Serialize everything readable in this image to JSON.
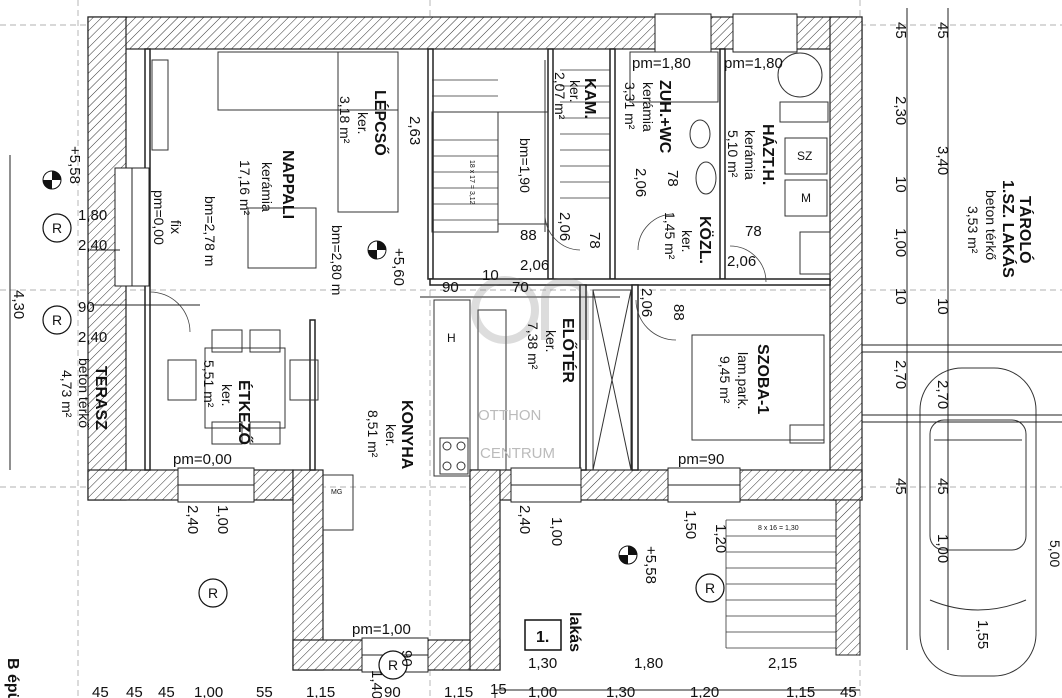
{
  "rooms": {
    "nappali": {
      "name": "NAPPALI",
      "floor": "kerámia",
      "area": "17,16 m²",
      "height": "bm=2,78 m"
    },
    "lepcso": {
      "name": "LÉPCSŐ",
      "floor": "ker.",
      "area": "3,18 m²",
      "height": "bm=2,80 m"
    },
    "kam": {
      "name": "KAM.",
      "floor": "ker.",
      "area": "2,07 m²"
    },
    "zuh": {
      "name": "ZUH.+WC",
      "floor": "kerámia",
      "area": "3,31 m²"
    },
    "hazt": {
      "name": "HÁZT.H.",
      "floor": "kerámia",
      "area": "5,10 m²"
    },
    "kozl": {
      "name": "KÖZL.",
      "floor": "ker.",
      "area": "1,45 m²"
    },
    "tarolo": {
      "name": "TÁROLÓ",
      "sub": "1.SZ. LAKÁS",
      "floor": "beton térkő",
      "area": "3,53 m²"
    },
    "etkezo": {
      "name": "ÉTKEZŐ",
      "floor": "ker.",
      "area": "5,51 m²"
    },
    "konyha": {
      "name": "KONYHA",
      "floor": "ker.",
      "area": "8,51 m²"
    },
    "eloter": {
      "name": "ELŐTÉR",
      "floor": "ker.",
      "area": "7,38 m²"
    },
    "szoba": {
      "name": "SZOBA-1",
      "floor": "lam.park.",
      "area": "9,45 m²"
    },
    "terasz": {
      "name": "TERASZ",
      "floor": "beton térkő",
      "area": "4,73 m²"
    }
  },
  "labels": {
    "pm_180a": "pm=1,80",
    "pm_180b": "pm=1,80",
    "pm_000_fix": "pm=0,00",
    "fix": "fix",
    "pm_000": "pm=0,00",
    "pm_100": "pm=1,00",
    "pm_90": "pm=90",
    "bm_190": "bm=1,90",
    "lvl_558a": "+5,58",
    "lvl_560": "+5,60",
    "lvl_558b": "+5,58",
    "lakas_num": "1.",
    "lakas_word": "lakás",
    "logo_top": "OTTHON",
    "logo_bottom": "CENTRUM",
    "stair_note": "18 x 17 = 3,12",
    "stair_note2": "8 x 16 = 1,30",
    "edge_note": "B épü",
    "edge_note2": "5,00"
  },
  "icons": {
    "sz": "SZ",
    "m": "M",
    "h": "H",
    "mg": "MG",
    "r": "R"
  },
  "dims": {
    "d45a": "45",
    "d45b": "45",
    "d230": "2,30",
    "d340": "3,40",
    "d10a": "10",
    "d100a": "1,00",
    "d10b": "10",
    "d10c": "10",
    "d270a": "2,70",
    "d270b": "2,70",
    "d45c": "45",
    "d45d": "45",
    "d100b": "1,00",
    "d155": "1,55",
    "d430": "4,30",
    "d180": "1,80",
    "d240a": "2,40",
    "d90a": "90",
    "d240b": "2,40",
    "d263": "2,63",
    "d88a": "88",
    "d206a": "2,06",
    "d206b": "2,06",
    "d206c": "2,06",
    "d206d": "2,06",
    "d206e": "2,06",
    "d78a": "78",
    "d78b": "78",
    "d78c": "78",
    "d90b": "90",
    "d10d": "10",
    "d70": "70",
    "d88b": "88",
    "d240c": "2,40",
    "d100c": "1,00",
    "d240d": "2,40",
    "d100d": "1,00",
    "d150": "1,50",
    "d120": "1,20",
    "d140": "1,40",
    "d90c": "90",
    "b130": "1,30",
    "b180": "1,80",
    "b215": "2,15",
    "r45a": "45",
    "r45b": "45",
    "r45c": "45",
    "r100": "1,00",
    "r55": "55",
    "r115a": "1,15",
    "r90": "90",
    "r115b": "1,15",
    "r15": "15",
    "r100b": "1,00",
    "r130": "1,30",
    "r120": "1,20",
    "r115c": "1,15",
    "r45d": "45"
  }
}
